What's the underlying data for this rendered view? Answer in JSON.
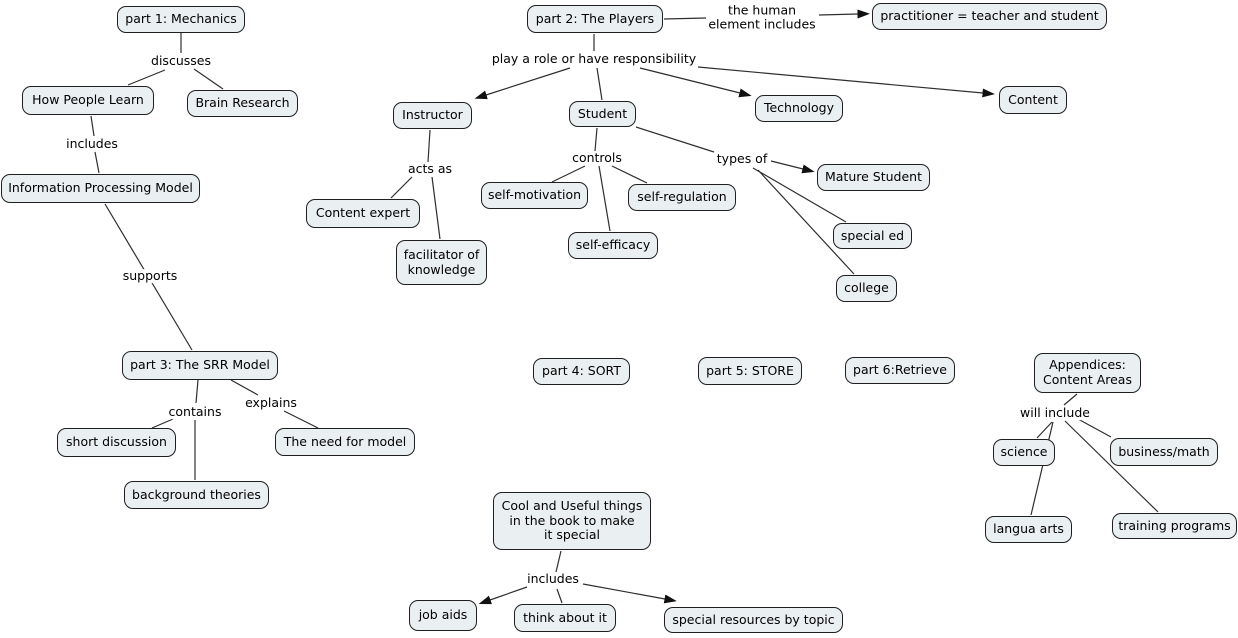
{
  "map": {
    "background_color": "#ffffff",
    "node_fill_color": "#eaf0f2",
    "node_border_color": "#1f1f1f",
    "line_color": "#2e2e2e",
    "text_color": "#000000"
  },
  "nodes": {
    "part1": {
      "label": "part 1: Mechanics"
    },
    "how_people_learn": {
      "label": "How People Learn"
    },
    "brain_research": {
      "label": "Brain Research"
    },
    "info_processing_model": {
      "label": "Information Processing Model"
    },
    "part3": {
      "label": "part 3: The SRR Model"
    },
    "short_discussion": {
      "label": "short discussion"
    },
    "need_for_model": {
      "label": "The need for model"
    },
    "background_theories": {
      "label": "background theories"
    },
    "part2": {
      "label": "part 2: The Players"
    },
    "practitioner": {
      "label": "practitioner = teacher and student"
    },
    "instructor": {
      "label": "Instructor"
    },
    "student": {
      "label": "Student"
    },
    "technology": {
      "label": "Technology"
    },
    "content": {
      "label": "Content"
    },
    "content_expert": {
      "label": "Content expert"
    },
    "facilitator": {
      "label": "facilitator of\nknowledge"
    },
    "self_motivation": {
      "label": "self-motivation"
    },
    "self_regulation": {
      "label": "self-regulation"
    },
    "self_efficacy": {
      "label": "self-efficacy"
    },
    "mature_student": {
      "label": "Mature Student"
    },
    "special_ed": {
      "label": "special ed"
    },
    "college": {
      "label": "college"
    },
    "part4": {
      "label": "part 4: SORT"
    },
    "part5": {
      "label": "part 5: STORE"
    },
    "part6": {
      "label": "part 6:Retrieve"
    },
    "appendices": {
      "label": "Appendices:\nContent Areas"
    },
    "science": {
      "label": "science"
    },
    "business_math": {
      "label": "business/math"
    },
    "langua_arts": {
      "label": "langua arts"
    },
    "training_programs": {
      "label": "training programs"
    },
    "cool_useful": {
      "label": "Cool and Useful things\nin the book to make\nit special"
    },
    "job_aids": {
      "label": "job aids"
    },
    "think_about_it": {
      "label": "think about it"
    },
    "special_resources": {
      "label": "special resources by topic"
    }
  },
  "labels": {
    "discusses": "discusses",
    "includes_hpl": "includes",
    "supports": "supports",
    "contains": "contains",
    "explains": "explains",
    "human_element": "the human\nelement includes",
    "play_role": "play a role or have responsibility",
    "acts_as": "acts as",
    "controls": "controls",
    "types_of": "types of",
    "will_include": "will include",
    "includes_cool": "includes"
  }
}
